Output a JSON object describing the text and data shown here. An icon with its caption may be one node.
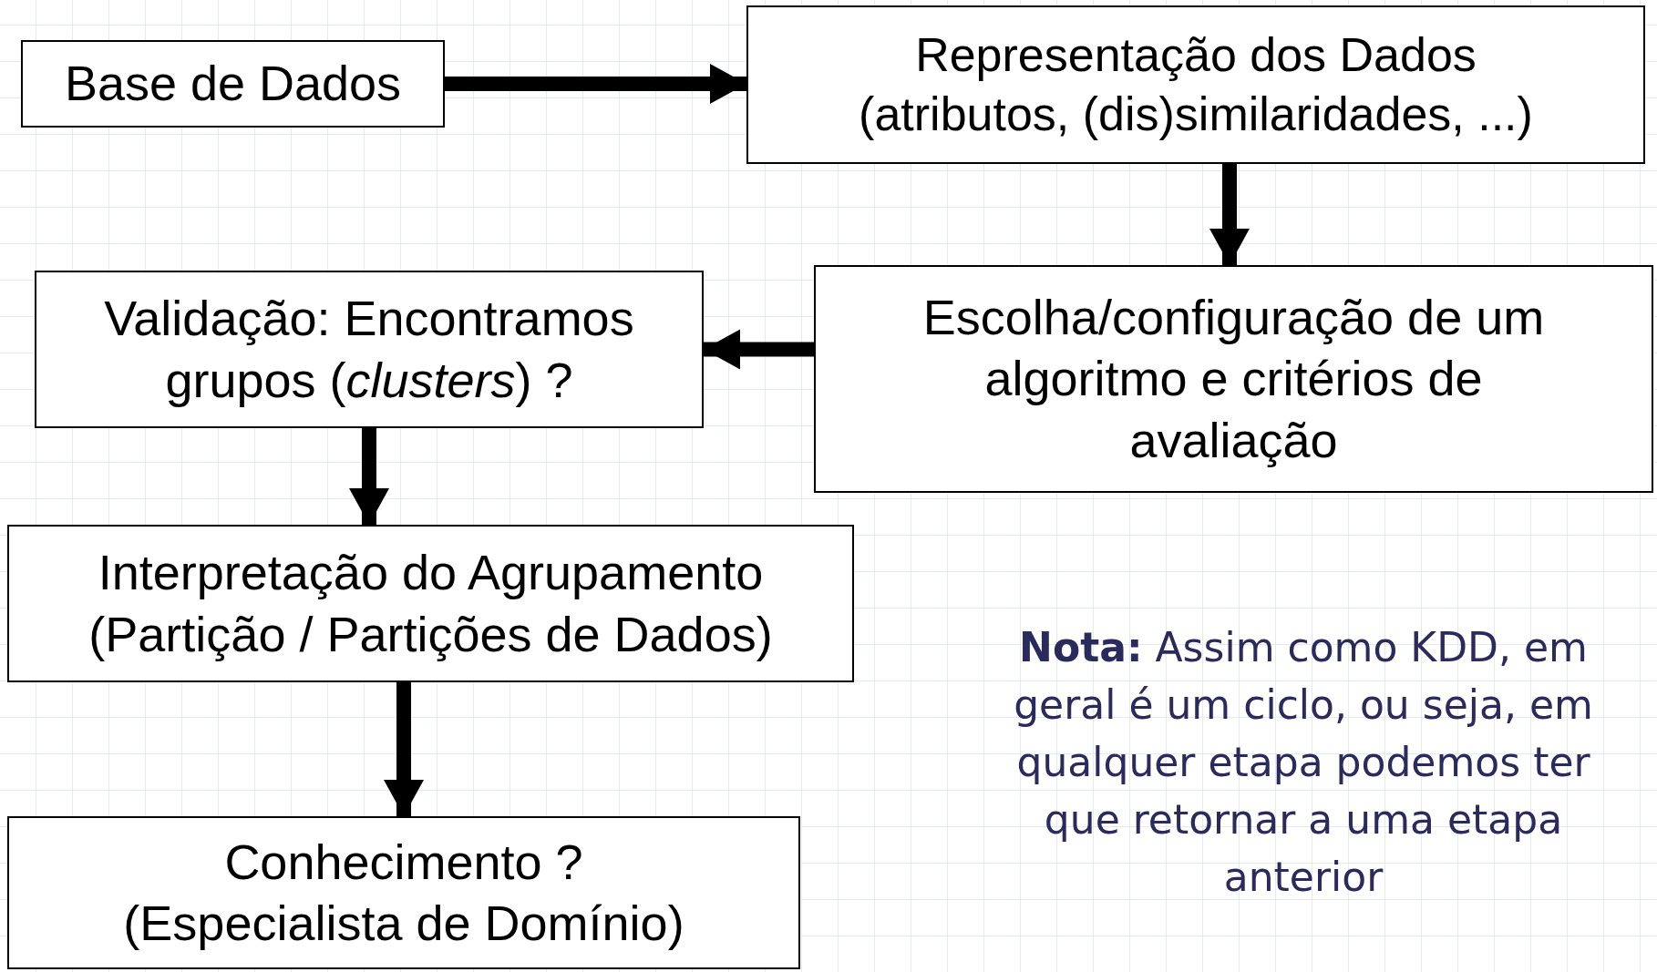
{
  "diagram": {
    "nodes": [
      {
        "text": [
          "Base de Dados"
        ]
      },
      {
        "text": [
          "Representação dos Dados (atributos, (dis)similaridades, ...)"
        ]
      },
      {
        "text": [
          "Escolha/configuração de um algoritmo e critérios de avaliação"
        ]
      },
      {
        "text": [
          "Validação: Encontramos grupos (*clusters*) ?"
        ]
      },
      {
        "text": [
          "Interpretação do Agrupamento (Partição / Partições de Dados)"
        ]
      },
      {
        "text": [
          "Conhecimento ? (Especialista de Domínio)"
        ]
      }
    ],
    "edges": [
      {
        "from": 0,
        "to": 1,
        "arrow": "to"
      },
      {
        "from": 1,
        "to": 2,
        "arrow": "to"
      },
      {
        "from": 2,
        "to": 3,
        "arrow": "to"
      },
      {
        "from": 3,
        "to": 4,
        "arrow": "to"
      },
      {
        "from": 4,
        "to": 5,
        "arrow": "to"
      }
    ],
    "labels": [
      "**Nota:** Assim como KDD, em geral é um ciclo, ou seja, em qualquer etapa podemos ter que retornar a uma etapa anterior"
    ]
  }
}
